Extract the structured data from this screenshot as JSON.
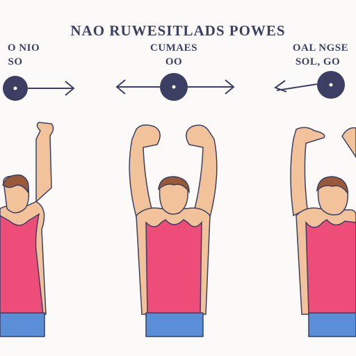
{
  "title": "NAO RUWESITLADS POWES",
  "panels": [
    {
      "caption_top": "O NIO",
      "caption_bottom": "SO"
    },
    {
      "caption_top": "CUMAES",
      "caption_bottom": "OO"
    },
    {
      "caption_top": "OAL NGSE",
      "caption_bottom": "SOL, GO"
    }
  ],
  "colors": {
    "ink": "#3a3f63",
    "tank_top": "#ee4d7a",
    "jeans": "#5a8ed6",
    "skin": "#f2c39a",
    "skin_shade": "#d99a6c",
    "hair": "#9a5a3a",
    "weight": "#3a3f63"
  },
  "icons": [
    "weight-plate-icon",
    "arrow-right-icon",
    "arrow-left-icon"
  ]
}
